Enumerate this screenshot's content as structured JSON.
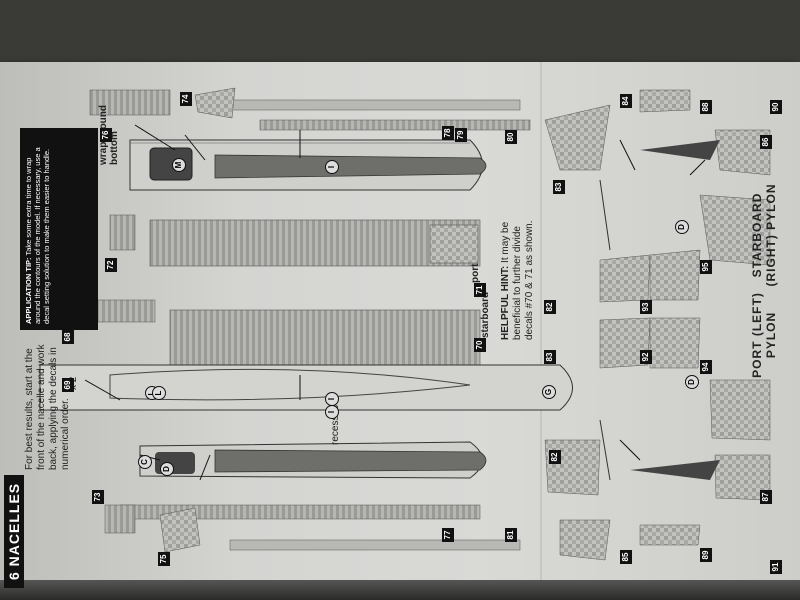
{
  "section": {
    "number": "6",
    "title": "NACELLES"
  },
  "intro_text": "For best results, start at the front of the nacelle and work back, applying the decals in numerical order.",
  "application_tip": {
    "label": "APPLICATION TIP:",
    "text": "Take some extra time to wrap around the contours of the model. If necessary, use a decal setting solution to make them easier to handle."
  },
  "helpful_hint": {
    "label": "HELPFUL HINT:",
    "text": "It may be beneficial to further divide decals #70 & 71 as shown."
  },
  "labels": {
    "wrap": "wrap around bottom",
    "recesses": "recesses",
    "starboard": "starboard",
    "port": "port",
    "port_pylon": "PORT (LEFT) PYLON",
    "starboard_pylon": "STARBOARD (RIGHT) PYLON",
    "x2": "x 2"
  },
  "callouts": [
    "M",
    "I",
    "L",
    "I",
    "G",
    "C",
    "D",
    "D",
    "D",
    "L",
    "I"
  ],
  "part_numbers": [
    "68",
    "69",
    "70",
    "71",
    "72",
    "73",
    "74",
    "75",
    "76",
    "77",
    "78",
    "79",
    "80",
    "81",
    "82",
    "82",
    "83",
    "83",
    "84",
    "85",
    "86",
    "87",
    "88",
    "89",
    "90",
    "91",
    "92",
    "93",
    "94",
    "95"
  ],
  "colors": {
    "sheet": "#d6d6d3",
    "ink": "#1a1a1a",
    "decal_dark": "#6a6a6a",
    "decal_light": "#a9a9a6"
  }
}
